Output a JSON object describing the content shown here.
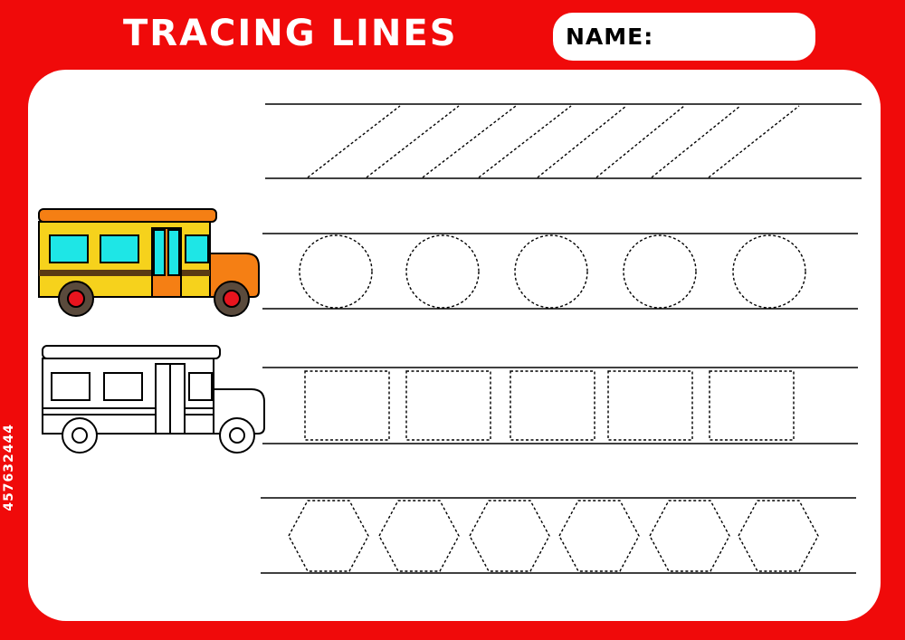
{
  "header": {
    "title": "TRACING LINES",
    "name_label": "NAME:"
  },
  "colors": {
    "background": "#f00a0a",
    "panel": "#ffffff",
    "bus_body": "#f6d21c",
    "bus_roof": "#f57f14",
    "bus_hood": "#f57f14",
    "bus_windows": "#1ee6e6",
    "bus_wheel_hub": "#e8141e",
    "bus_tire": "#5a4a3c"
  },
  "watermark": {
    "stock_id": "457632444"
  },
  "exercises": [
    {
      "shape": "diagonal-lines",
      "count": 8
    },
    {
      "shape": "circle",
      "count": 5
    },
    {
      "shape": "square",
      "count": 5
    },
    {
      "shape": "hexagon",
      "count": 6
    }
  ]
}
